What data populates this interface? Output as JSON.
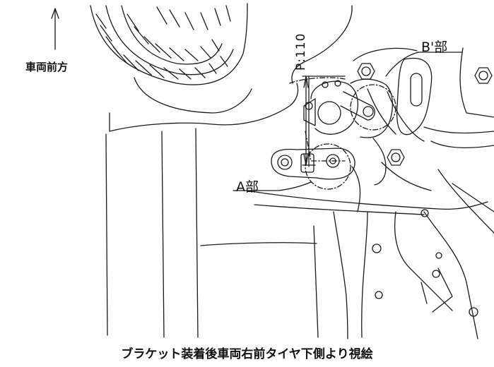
{
  "labels": {
    "vehicle_front": "車両前方",
    "part_a": "A部",
    "part_b": "B'部",
    "pitch": "P:110",
    "caption": "ブラケット装着後車両右前タイヤ下側より視絵"
  },
  "colors": {
    "line": "#1a1a1a",
    "background": "#ffffff"
  },
  "icons": {
    "front_arrow": "arrow-up-icon"
  }
}
